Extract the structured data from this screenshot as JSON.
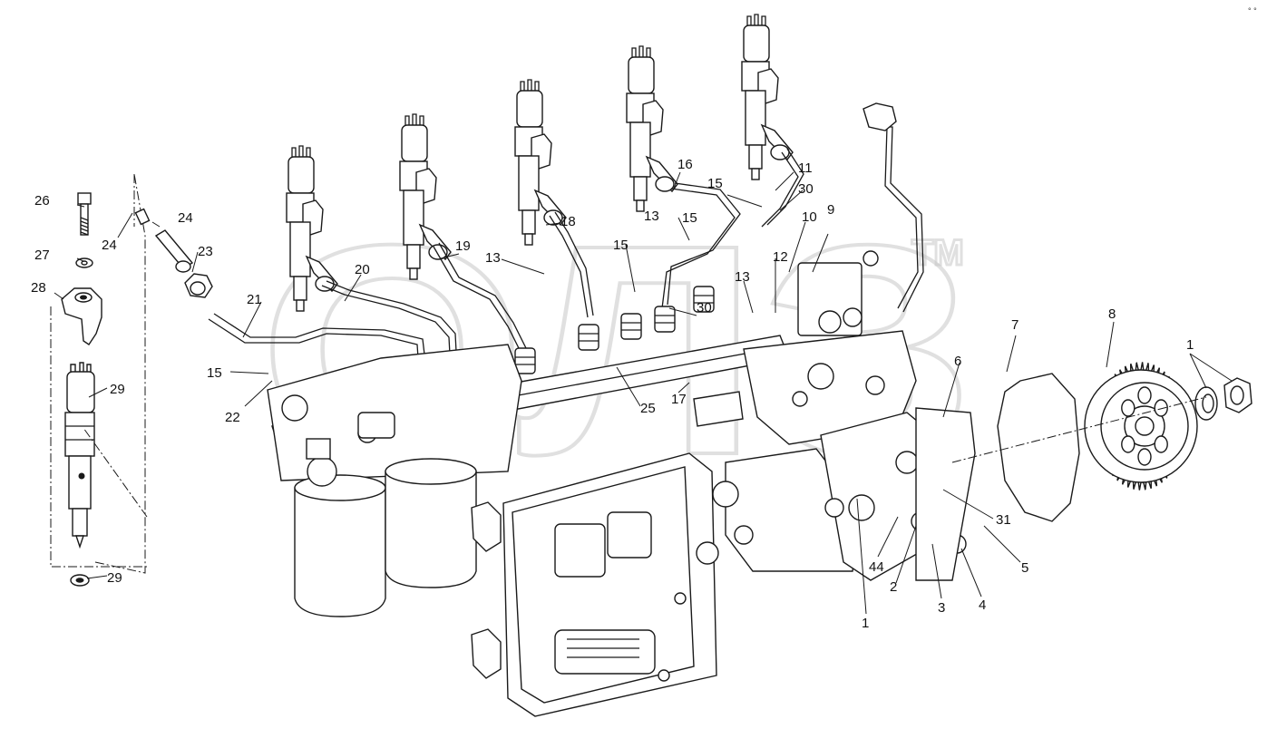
{
  "watermark": {
    "text": "ОЛЗ",
    "trademark": "TM"
  },
  "corner_mark": "° °",
  "callouts": [
    {
      "id": "c26",
      "text": "26"
    },
    {
      "id": "c24a",
      "text": "24"
    },
    {
      "id": "c24b",
      "text": "24"
    },
    {
      "id": "c23",
      "text": "23"
    },
    {
      "id": "c27",
      "text": "27"
    },
    {
      "id": "c28",
      "text": "28"
    },
    {
      "id": "c29a",
      "text": "29"
    },
    {
      "id": "c29b",
      "text": "29"
    },
    {
      "id": "c15a",
      "text": "15"
    },
    {
      "id": "c22",
      "text": "22"
    },
    {
      "id": "c21",
      "text": "21"
    },
    {
      "id": "c20",
      "text": "20"
    },
    {
      "id": "c13a",
      "text": "13"
    },
    {
      "id": "c19",
      "text": "19"
    },
    {
      "id": "c18",
      "text": "18"
    },
    {
      "id": "c15b",
      "text": "15"
    },
    {
      "id": "c25",
      "text": "25"
    },
    {
      "id": "c13b",
      "text": "13"
    },
    {
      "id": "c15c",
      "text": "15"
    },
    {
      "id": "c16",
      "text": "16"
    },
    {
      "id": "c15d",
      "text": "15"
    },
    {
      "id": "c13c",
      "text": "13"
    },
    {
      "id": "c30a",
      "text": "30"
    },
    {
      "id": "c17",
      "text": "17"
    },
    {
      "id": "c11",
      "text": "11"
    },
    {
      "id": "c30b",
      "text": "30"
    },
    {
      "id": "c10",
      "text": "10"
    },
    {
      "id": "c9",
      "text": "9"
    },
    {
      "id": "c12",
      "text": "12"
    },
    {
      "id": "c6",
      "text": "6"
    },
    {
      "id": "c7",
      "text": "7"
    },
    {
      "id": "c8",
      "text": "8"
    },
    {
      "id": "c1a",
      "text": "1"
    },
    {
      "id": "c31",
      "text": "31"
    },
    {
      "id": "c5",
      "text": "5"
    },
    {
      "id": "c44",
      "text": "44"
    },
    {
      "id": "c2",
      "text": "2"
    },
    {
      "id": "c3",
      "text": "3"
    },
    {
      "id": "c4",
      "text": "4"
    },
    {
      "id": "c1b",
      "text": "1"
    }
  ]
}
